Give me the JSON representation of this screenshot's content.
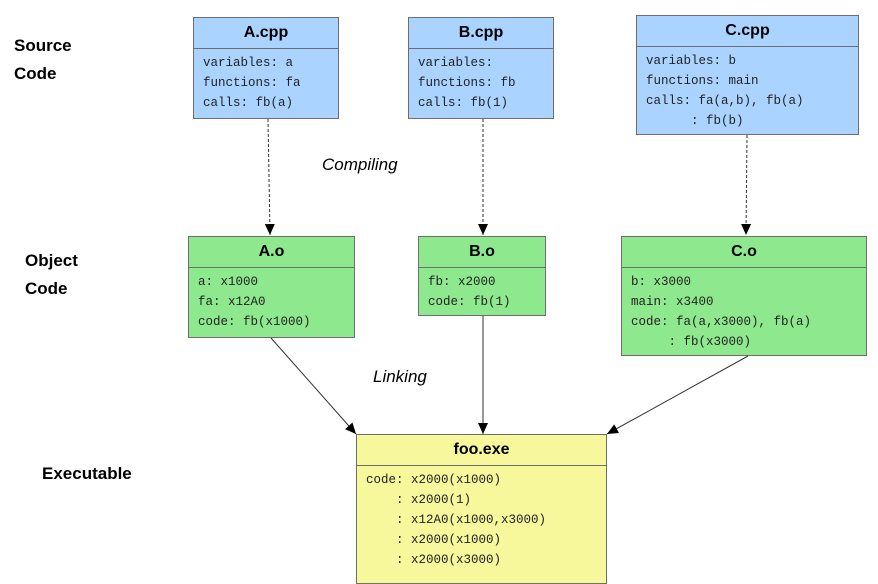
{
  "labels": {
    "source": [
      "Source",
      "Code"
    ],
    "object": [
      "Object",
      "Code"
    ],
    "executable": "Executable"
  },
  "phases": {
    "compiling": "Compiling",
    "linking": "Linking"
  },
  "sources": [
    {
      "title": "A.cpp",
      "lines": [
        "variables: a",
        "functions: fa",
        "calls: fb(a)"
      ]
    },
    {
      "title": "B.cpp",
      "lines": [
        "variables:",
        "functions: fb",
        "calls: fb(1)"
      ]
    },
    {
      "title": "C.cpp",
      "lines": [
        "variables: b",
        "functions: main",
        "calls: fa(a,b), fb(a)",
        "      : fb(b)"
      ]
    }
  ],
  "objects": [
    {
      "title": "A.o",
      "lines": [
        "a: x1000",
        "fa: x12A0",
        "code: fb(x1000)"
      ]
    },
    {
      "title": "B.o",
      "lines": [
        "fb: x2000",
        "code: fb(1)"
      ]
    },
    {
      "title": "C.o",
      "lines": [
        "b: x3000",
        "main: x3400",
        "code: fa(a,x3000), fb(a)",
        "     : fb(x3000)"
      ]
    }
  ],
  "executable": {
    "title": "foo.exe",
    "lines": [
      "code: x2000(x1000)",
      "    : x2000(1)",
      "    : x12A0(x1000,x3000)",
      "    : x2000(x1000)",
      "    : x2000(x3000)"
    ]
  }
}
